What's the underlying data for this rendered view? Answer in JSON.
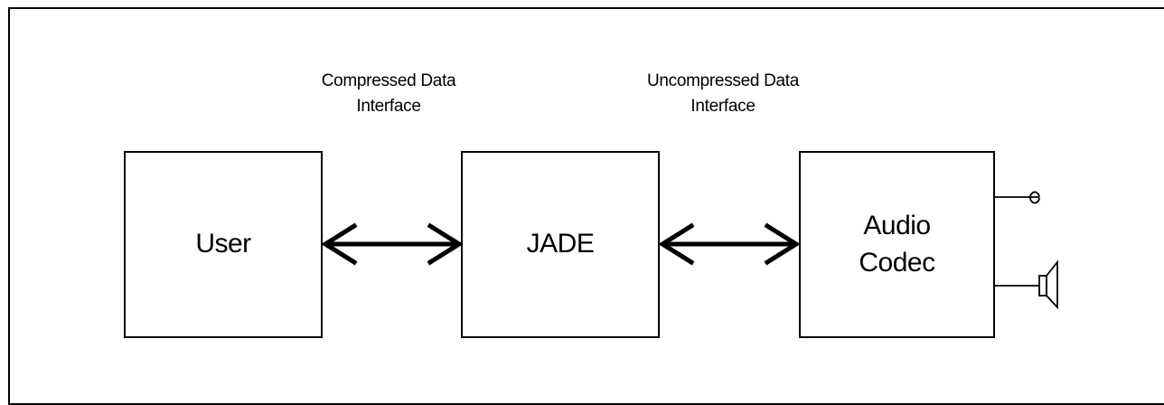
{
  "blocks": {
    "user": "User",
    "jade": "JADE",
    "codec_line1": "Audio",
    "codec_line2": "Codec"
  },
  "interfaces": {
    "compressed_line1": "Compressed Data",
    "compressed_line2": "Interface",
    "uncompressed_line1": "Uncompressed Data",
    "uncompressed_line2": "Interface"
  },
  "icons": {
    "output_top": "headphone-jack-icon",
    "output_bottom": "speaker-icon"
  }
}
